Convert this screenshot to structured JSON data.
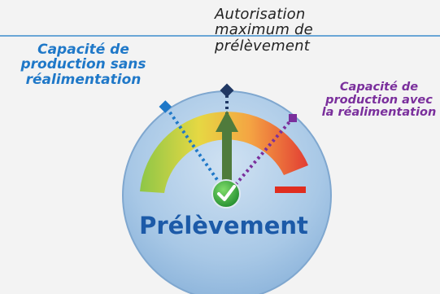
{
  "labels": {
    "left": "Capacité de production sans réalimentation",
    "top": "Autorisation maximum de prélèvement",
    "right": "Capacité de production avec la réalimentation"
  },
  "caption": "Prélèvement",
  "colors": {
    "left_accent": "#1f78c8",
    "right_accent": "#7a2f9c",
    "marker_top": "#203864",
    "arrow": "#4f7b3c",
    "check_badge": "#2e9e3a",
    "max_tick": "#e02d1f",
    "dial": "#a9c9e6"
  },
  "icons": {
    "status": "check-icon"
  }
}
